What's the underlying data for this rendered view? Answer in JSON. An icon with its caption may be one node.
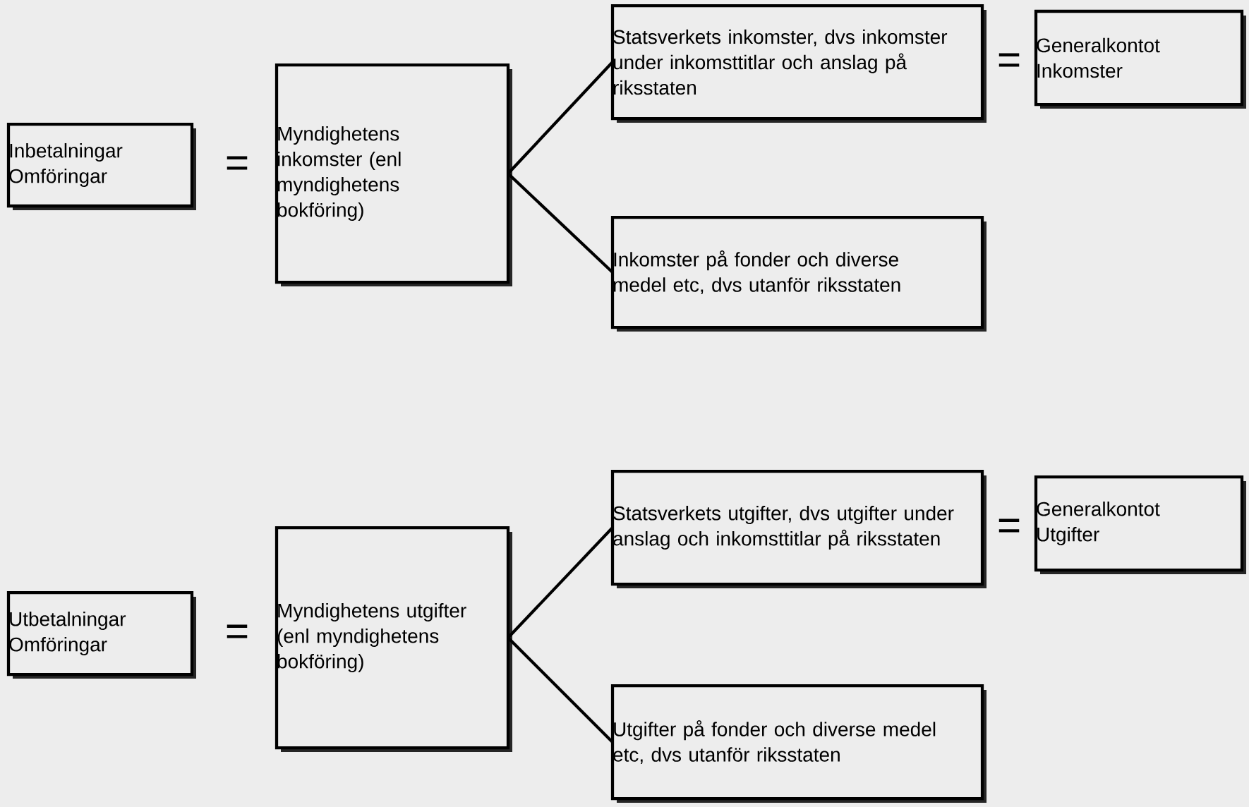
{
  "diagram": {
    "nodes": [
      {
        "text": [
          "Inbetalningar Omföringar"
        ]
      },
      {
        "text": [
          "Myndighetens inkomster (enl myndighetens bokföring)"
        ]
      },
      {
        "text": [
          "Statsverkets inkomster, dvs inkomster under inkomsttitlar och anslag på riksstaten"
        ]
      },
      {
        "text": [
          "Generalkontot Inkomster"
        ]
      },
      {
        "text": [
          "Inkomster på fonder och diverse medel etc, dvs utanför riksstaten"
        ]
      },
      {
        "text": [
          "Utbetalningar Omföringar"
        ]
      },
      {
        "text": [
          "Myndighetens utgifter (enl myndighetens bokföring)"
        ]
      },
      {
        "text": [
          "Statsverkets utgifter, dvs utgifter under anslag och inkomsttitlar på riksstaten"
        ]
      },
      {
        "text": [
          "Generalkontot Utgifter"
        ]
      },
      {
        "text": [
          "Utgifter på fonder och diverse medel etc, dvs utanför riksstaten"
        ]
      }
    ],
    "edges": [
      {
        "from": 1,
        "to": 2,
        "arrow": "none"
      },
      {
        "from": 1,
        "to": 4,
        "arrow": "none"
      },
      {
        "from": 6,
        "to": 7,
        "arrow": "none"
      },
      {
        "from": 6,
        "to": 9,
        "arrow": "none"
      }
    ],
    "labels": [
      "=",
      "=",
      "=",
      "="
    ]
  }
}
